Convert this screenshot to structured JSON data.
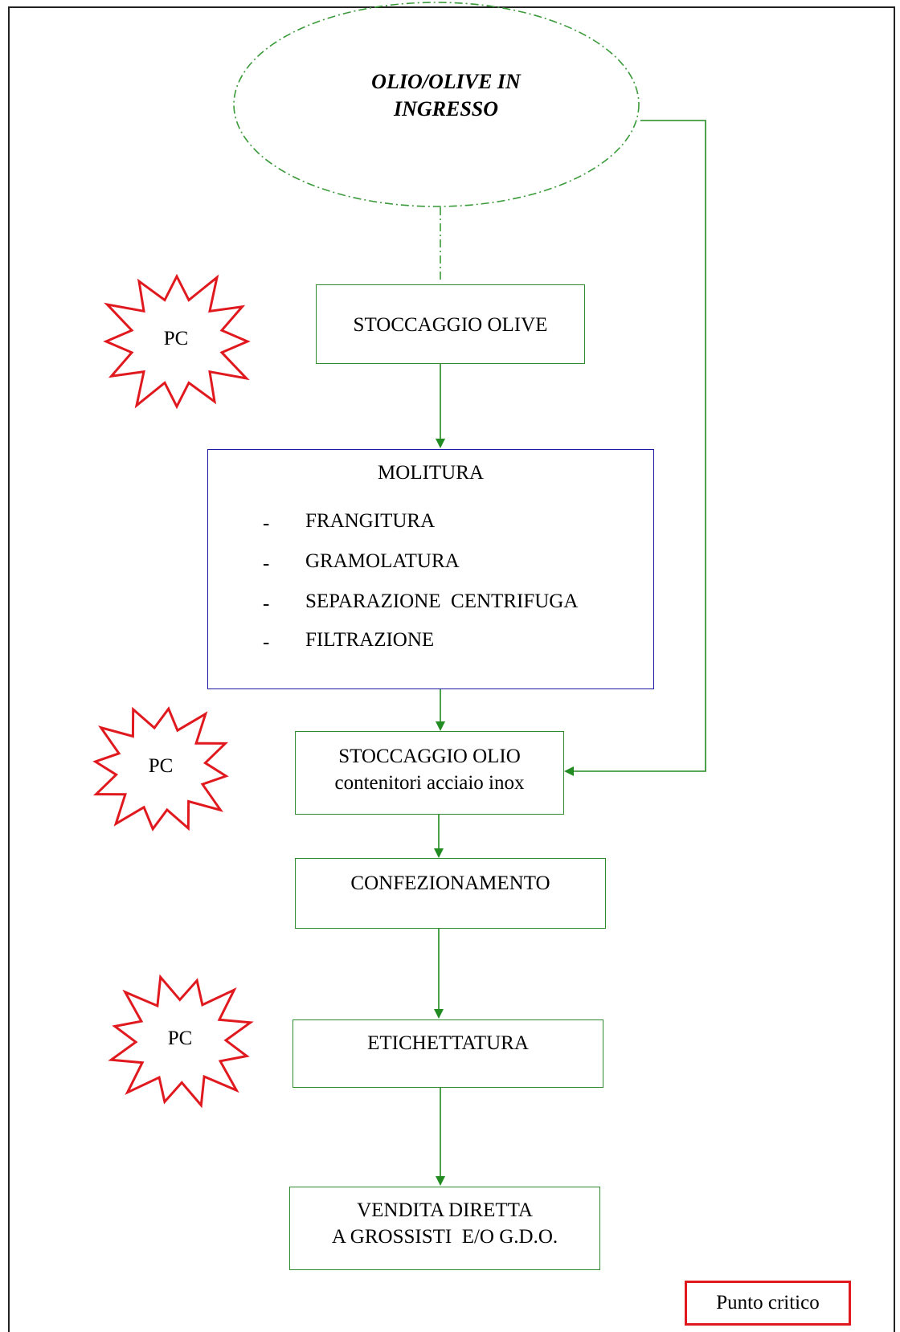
{
  "diagram": {
    "start": {
      "line1": "OLIO/OLIVE IN",
      "line2": "INGRESSO"
    },
    "steps": {
      "stoccaggio_olive": "STOCCAGGIO OLIVE",
      "molitura": {
        "title": "MOLITURA",
        "dash": "-",
        "items": [
          "FRANGITURA",
          "GRAMOLATURA",
          "SEPARAZIONE  CENTRIFUGA",
          "FILTRAZIONE"
        ]
      },
      "stoccaggio_olio": {
        "line1": "STOCCAGGIO OLIO",
        "line2": "contenitori acciaio inox"
      },
      "confezionamento": "CONFEZIONAMENTO",
      "etichettatura": "ETICHETTATURA",
      "vendita": {
        "line1": "VENDITA DIRETTA",
        "line2": "A GROSSISTI  E/O G.D.O."
      }
    },
    "critical_point_label": "PC",
    "legend": "Punto critico",
    "colors": {
      "flow": "#228b22",
      "molitura_border": "#1c1ca0",
      "critical": "#e0191f",
      "start_outline": "#3a9a3a"
    }
  }
}
